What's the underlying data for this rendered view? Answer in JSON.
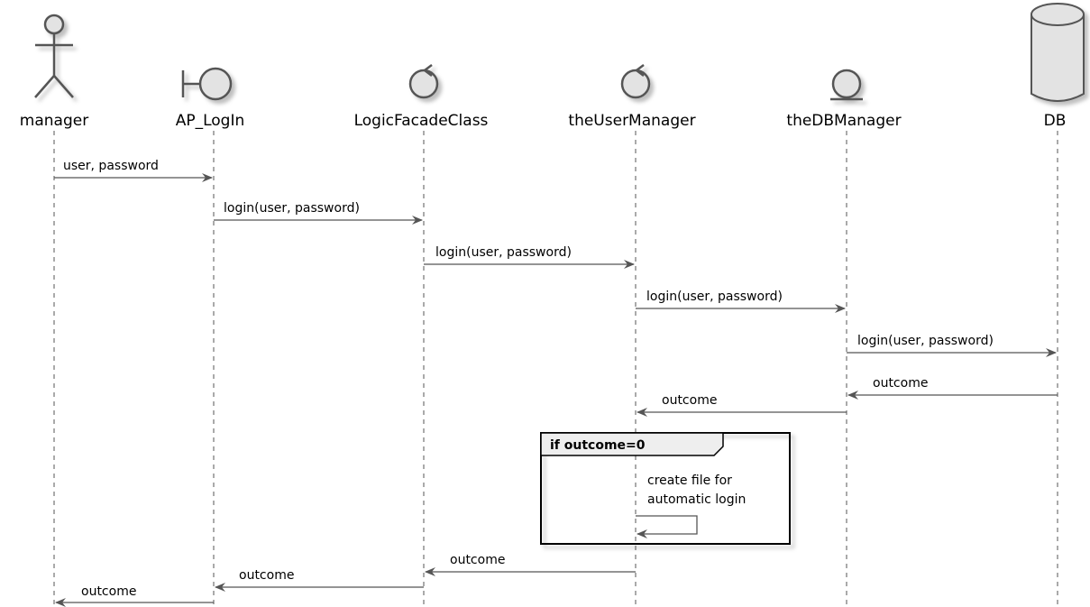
{
  "participants": [
    {
      "id": "manager",
      "label": "manager",
      "kind": "actor"
    },
    {
      "id": "ap",
      "label": "AP_LogIn",
      "kind": "boundary"
    },
    {
      "id": "facade",
      "label": "LogicFacadeClass",
      "kind": "control"
    },
    {
      "id": "user",
      "label": "theUserManager",
      "kind": "control"
    },
    {
      "id": "dbm",
      "label": "theDBManager",
      "kind": "entity"
    },
    {
      "id": "db",
      "label": "DB",
      "kind": "database"
    }
  ],
  "messages": [
    {
      "from": "manager",
      "to": "ap",
      "label": "user, password"
    },
    {
      "from": "ap",
      "to": "facade",
      "label": "login(user, password)"
    },
    {
      "from": "facade",
      "to": "user",
      "label": "login(user, password)"
    },
    {
      "from": "user",
      "to": "dbm",
      "label": "login(user, password)"
    },
    {
      "from": "dbm",
      "to": "db",
      "label": "login(user, password)"
    },
    {
      "from": "db",
      "to": "dbm",
      "label": "outcome"
    },
    {
      "from": "dbm",
      "to": "user",
      "label": "outcome"
    },
    {
      "from": "user",
      "to": "user",
      "label_lines": [
        "create file for",
        "automatic login"
      ]
    },
    {
      "from": "user",
      "to": "facade",
      "label": "outcome"
    },
    {
      "from": "facade",
      "to": "ap",
      "label": "outcome"
    },
    {
      "from": "ap",
      "to": "manager",
      "label": "outcome"
    }
  ],
  "fragment": {
    "title": "if outcome=0"
  },
  "colors": {
    "icon_fill": "#e3e3e3",
    "line": "#555555",
    "text": "#000000",
    "frame": "#000000"
  }
}
